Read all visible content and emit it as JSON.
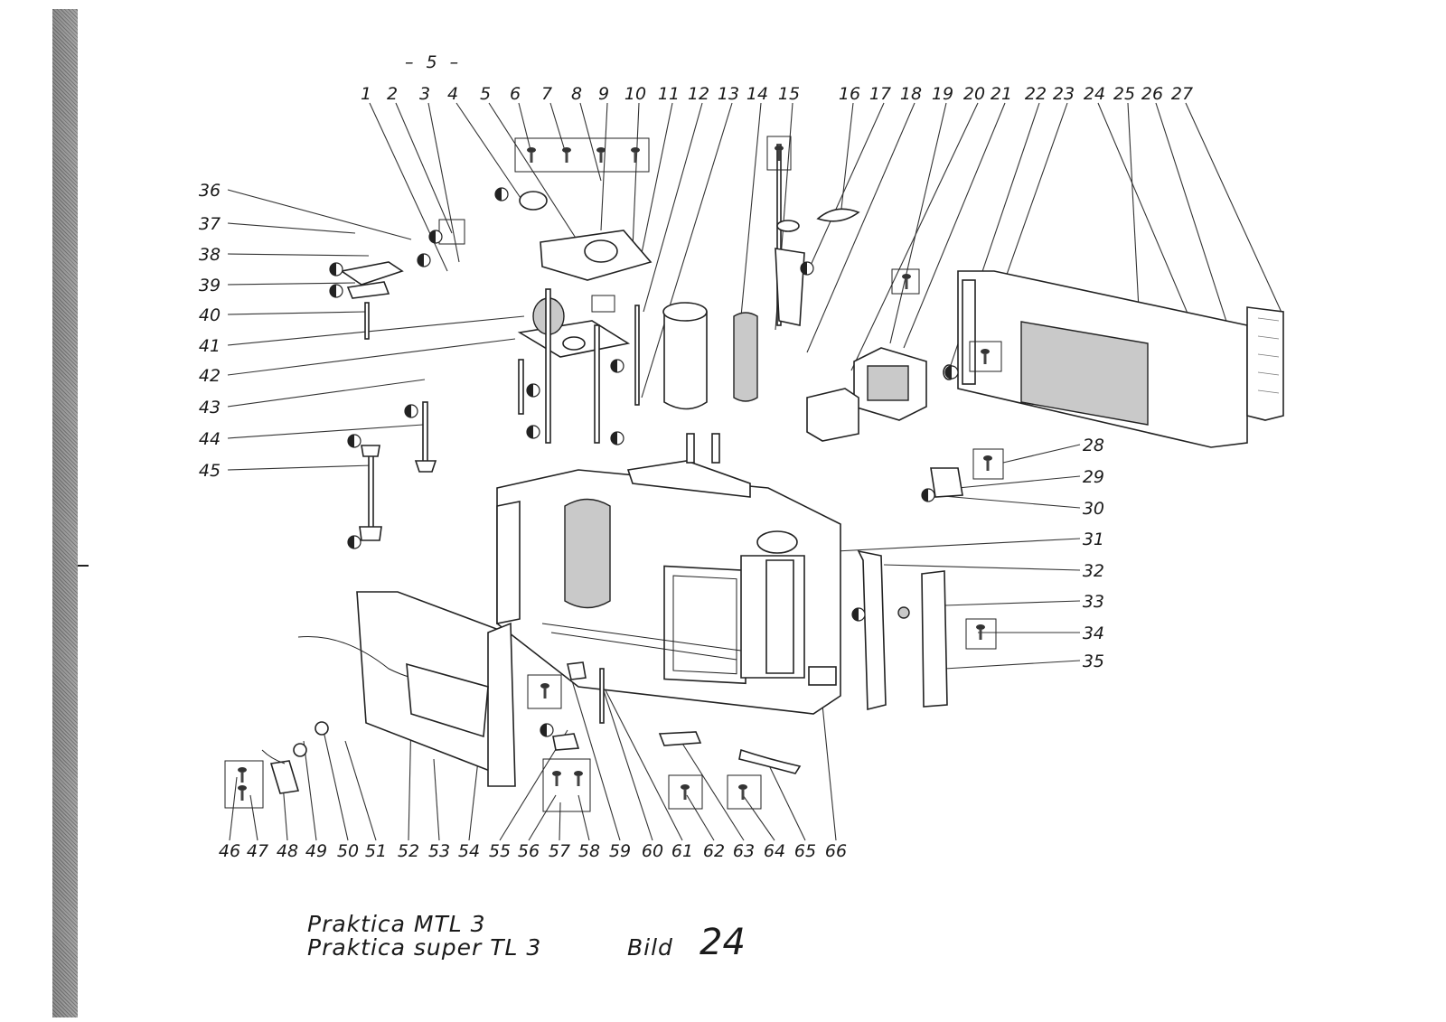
{
  "page": {
    "number": "– 5 –"
  },
  "caption": {
    "line1": "Praktica  MTL 3",
    "line2": "Praktica  super TL 3",
    "bild_label": "Bild",
    "figure_number": "24"
  },
  "labels": {
    "top": [
      "1",
      "2",
      "3",
      "4",
      "5",
      "6",
      "7",
      "8",
      "9",
      "10",
      "11",
      "12",
      "13",
      "14",
      "15",
      "16",
      "17",
      "18",
      "19",
      "20",
      "21",
      "22",
      "23",
      "24",
      "25",
      "26",
      "27"
    ],
    "right": [
      "28",
      "29",
      "30",
      "31",
      "32",
      "33",
      "34",
      "35"
    ],
    "left": [
      "36",
      "37",
      "38",
      "39",
      "40",
      "41",
      "42",
      "43",
      "44",
      "45"
    ],
    "bottom": [
      "46",
      "47",
      "48",
      "49",
      "50",
      "51",
      "52",
      "53",
      "54",
      "55",
      "56",
      "57",
      "58",
      "59",
      "60",
      "61",
      "62",
      "63",
      "64",
      "65",
      "66"
    ]
  }
}
